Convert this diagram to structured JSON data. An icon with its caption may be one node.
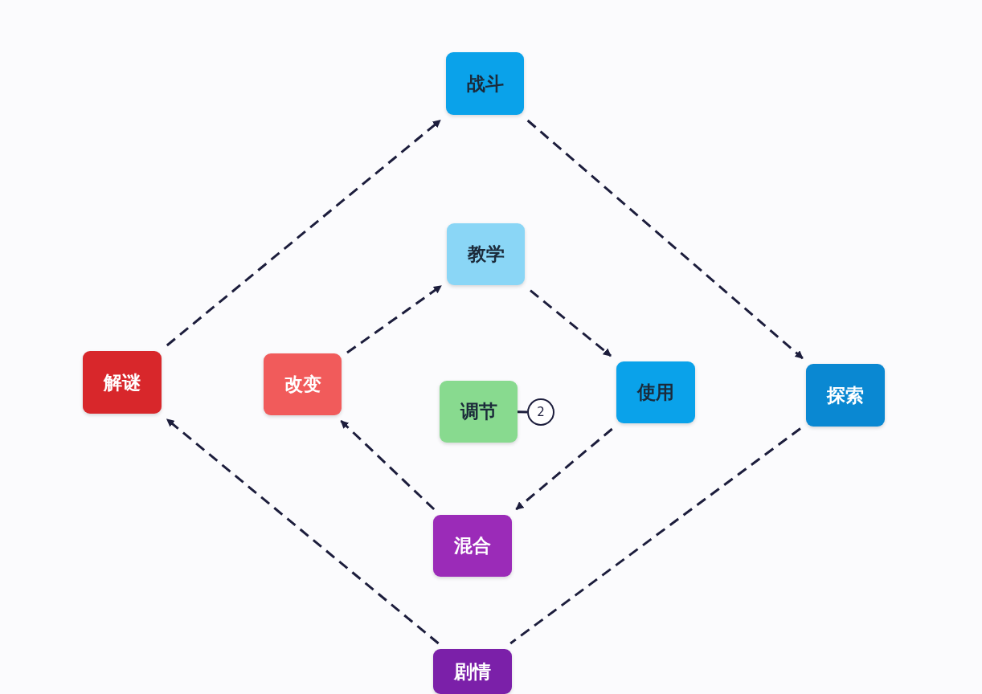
{
  "diagram": {
    "nodes": [
      {
        "text": [
          "战斗"
        ]
      },
      {
        "text": [
          "教学"
        ]
      },
      {
        "text": [
          "解谜"
        ]
      },
      {
        "text": [
          "改变"
        ]
      },
      {
        "text": [
          "调节"
        ]
      },
      {
        "text": [
          "2"
        ]
      },
      {
        "text": [
          "使用"
        ]
      },
      {
        "text": [
          "探索"
        ]
      },
      {
        "text": [
          "混合"
        ]
      },
      {
        "text": [
          "剧情"
        ]
      }
    ],
    "edges": [
      {
        "from": 2,
        "to": 0,
        "arrow": "to",
        "style": "dashed"
      },
      {
        "from": 0,
        "to": 7,
        "arrow": "to",
        "style": "dashed"
      },
      {
        "from": 3,
        "to": 1,
        "arrow": "to",
        "style": "dashed"
      },
      {
        "from": 1,
        "to": 6,
        "arrow": "to",
        "style": "dashed"
      },
      {
        "from": 6,
        "to": 8,
        "arrow": "to",
        "style": "dashed"
      },
      {
        "from": 8,
        "to": 3,
        "arrow": "to",
        "style": "dashed"
      },
      {
        "from": 9,
        "to": 2,
        "arrow": "to",
        "style": "dashed"
      },
      {
        "from": 7,
        "to": 9,
        "arrow": "none",
        "style": "dashed"
      },
      {
        "from": 4,
        "to": 5,
        "arrow": "none"
      }
    ]
  }
}
